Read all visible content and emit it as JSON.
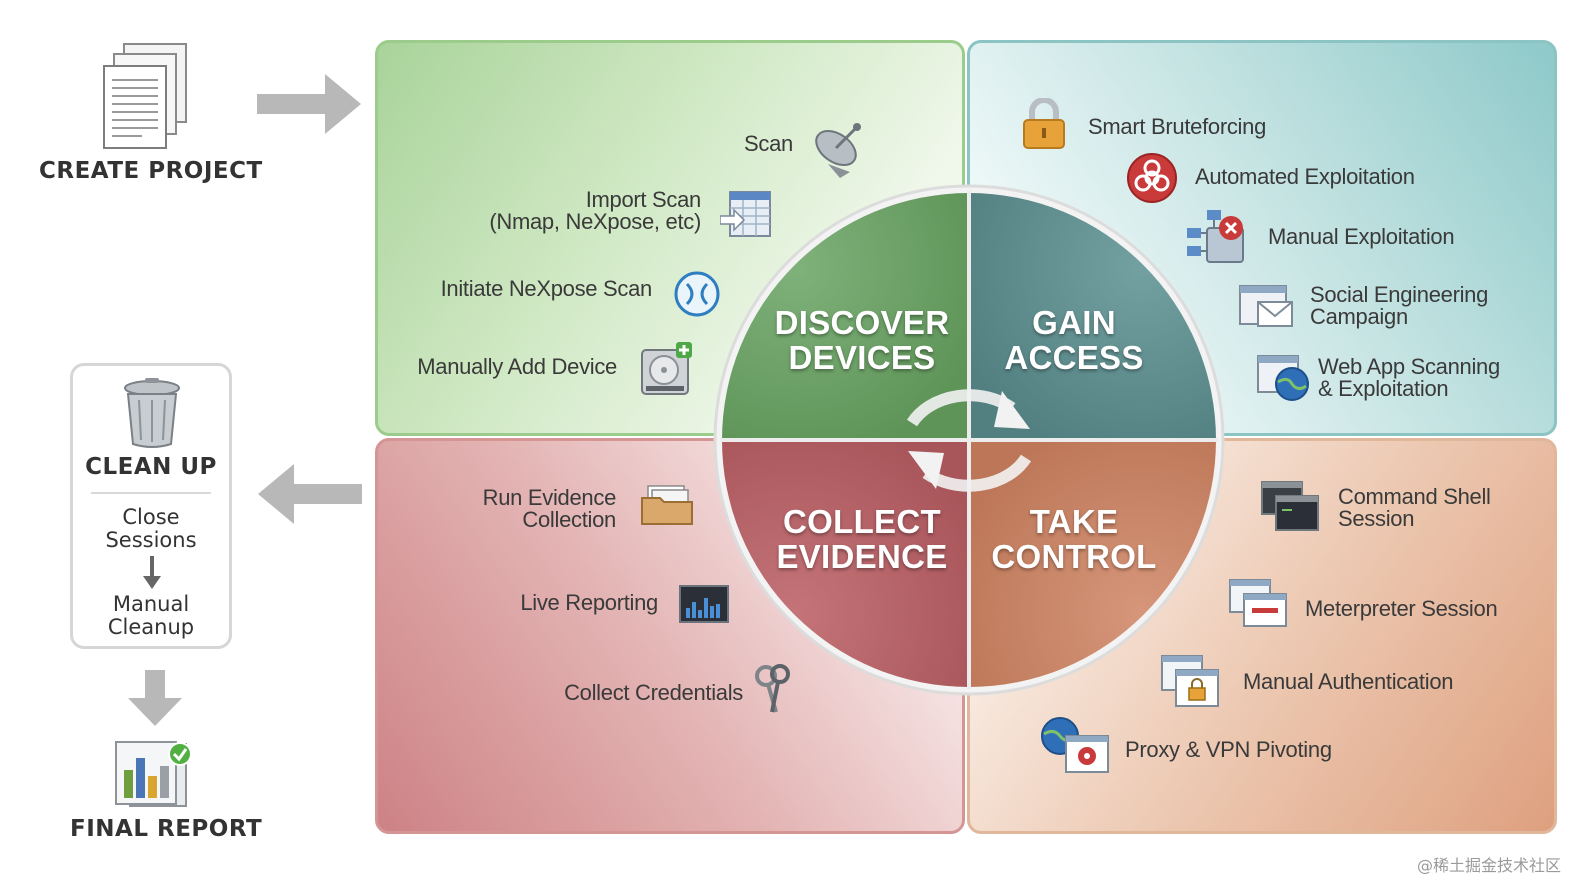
{
  "workflow": {
    "create_project": "CREATE PROJECT",
    "clean_up": {
      "title": "CLEAN UP",
      "step1": "Close\nSessions",
      "step2": "Manual\nCleanup"
    },
    "final_report": "FINAL REPORT"
  },
  "cycle": {
    "discover": {
      "title": "DISCOVER\nDEVICES",
      "color": "#6da36a",
      "items": [
        "Scan",
        "Import Scan\n(Nmap, NeXpose, etc)",
        "Initiate NeXpose Scan",
        "Manually Add Device"
      ]
    },
    "gain": {
      "title": "GAIN\nACCESS",
      "color": "#5f8f8f",
      "items": [
        "Smart Bruteforcing",
        "Automated Exploitation",
        "Manual Exploitation",
        "Social Engineering\nCampaign",
        "Web App Scanning\n& Exploitation"
      ]
    },
    "collect": {
      "title": "COLLECT\nEVIDENCE",
      "color": "#b56368",
      "items": [
        "Run Evidence\nCollection",
        "Live Reporting",
        "Collect Credentials"
      ]
    },
    "control": {
      "title": "TAKE\nCONTROL",
      "color": "#c98462",
      "items": [
        "Command Shell\nSession",
        "Meterpreter Session",
        "Manual Authentication",
        "Proxy & VPN Pivoting"
      ]
    }
  },
  "icons": {
    "create_project": "documents-icon",
    "clean_up": "trash-can-icon",
    "final_report": "report-chart-icon",
    "scan": "satellite-dish-icon",
    "import_scan": "import-table-icon",
    "nexpose_scan": "nexpose-logo-icon",
    "add_device": "hard-drive-add-icon",
    "bruteforce": "padlock-icon",
    "automated_exploit": "biohazard-icon",
    "manual_exploit": "network-exploit-icon",
    "social_engineering": "email-window-icon",
    "web_app": "globe-window-icon",
    "evidence": "folder-icon",
    "live_reporting": "bar-chart-window-icon",
    "credentials": "keys-icon",
    "command_shell": "terminal-windows-icon",
    "meterpreter": "session-windows-icon",
    "manual_auth": "lock-window-icon",
    "proxy_vpn": "globe-pivot-icon"
  },
  "watermark": "@稀土掘金技术社区"
}
